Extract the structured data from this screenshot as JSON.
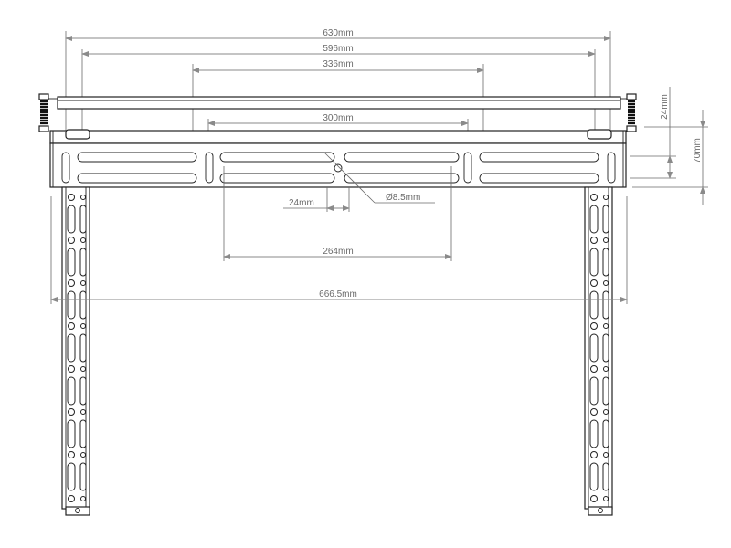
{
  "drawing": {
    "title": "TV wall mount bracket - front view technical drawing",
    "line_color": "#222222",
    "dimension_color": "#8a8a8a",
    "dimensions": {
      "d630": "630mm",
      "d596": "596mm",
      "d336": "336mm",
      "d300": "300mm",
      "d24h": "24mm",
      "hole": "Ø8.5mm",
      "d264": "264mm",
      "d666": "666.5mm",
      "d24v": "24mm",
      "d70": "70mm"
    }
  }
}
